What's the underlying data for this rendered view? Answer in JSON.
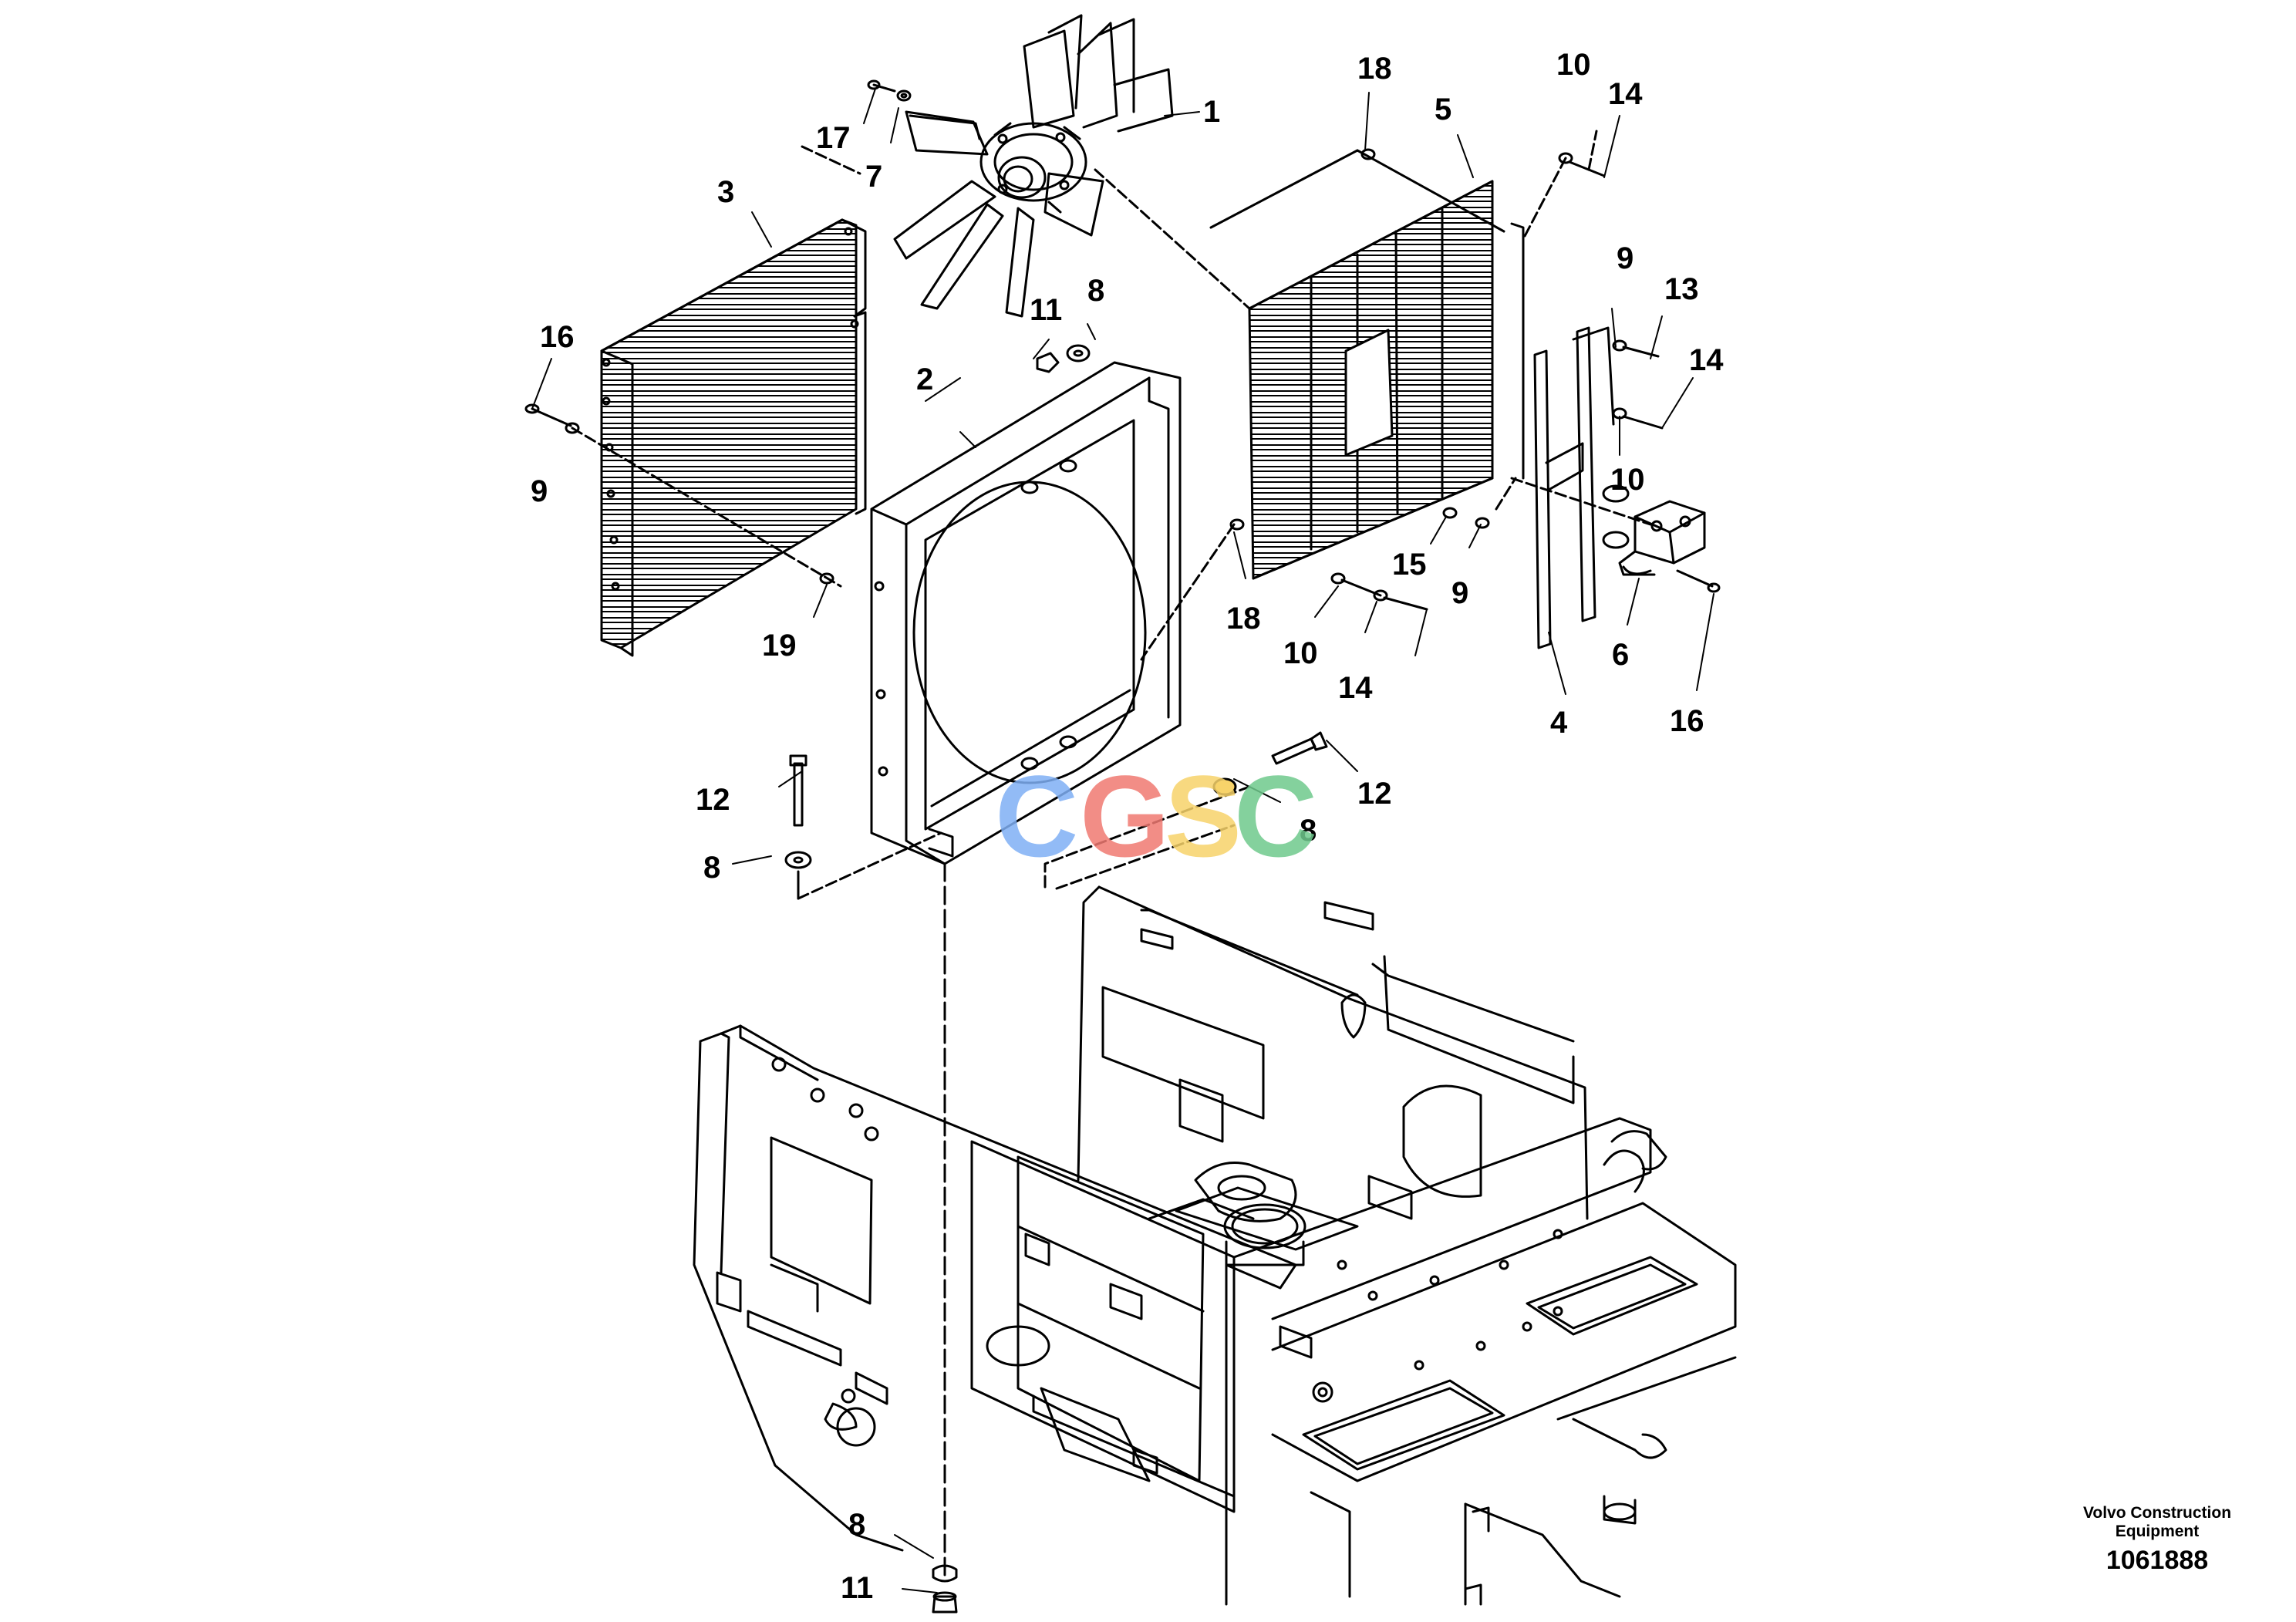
{
  "diagram": {
    "callouts": [
      {
        "id": "c1",
        "text": "1"
      },
      {
        "id": "c2",
        "text": "2"
      },
      {
        "id": "c3",
        "text": "3"
      },
      {
        "id": "c4",
        "text": "4"
      },
      {
        "id": "c5",
        "text": "5"
      },
      {
        "id": "c6",
        "text": "6"
      },
      {
        "id": "c7",
        "text": "7"
      },
      {
        "id": "c8a",
        "text": "8"
      },
      {
        "id": "c8b",
        "text": "8"
      },
      {
        "id": "c8c",
        "text": "8"
      },
      {
        "id": "c8d",
        "text": "8"
      },
      {
        "id": "c9a",
        "text": "9"
      },
      {
        "id": "c9b",
        "text": "9"
      },
      {
        "id": "c9c",
        "text": "9"
      },
      {
        "id": "c10a",
        "text": "10"
      },
      {
        "id": "c10b",
        "text": "10"
      },
      {
        "id": "c10c",
        "text": "10"
      },
      {
        "id": "c11a",
        "text": "11"
      },
      {
        "id": "c11b",
        "text": "11"
      },
      {
        "id": "c12a",
        "text": "12"
      },
      {
        "id": "c12b",
        "text": "12"
      },
      {
        "id": "c13",
        "text": "13"
      },
      {
        "id": "c14a",
        "text": "14"
      },
      {
        "id": "c14b",
        "text": "14"
      },
      {
        "id": "c14c",
        "text": "14"
      },
      {
        "id": "c15",
        "text": "15"
      },
      {
        "id": "c16a",
        "text": "16"
      },
      {
        "id": "c16b",
        "text": "16"
      },
      {
        "id": "c17",
        "text": "17"
      },
      {
        "id": "c18a",
        "text": "18"
      },
      {
        "id": "c18b",
        "text": "18"
      },
      {
        "id": "c19",
        "text": "19"
      }
    ]
  },
  "watermark": {
    "c1": "C",
    "g": "G",
    "s": "S",
    "c2": "C",
    "colors": {
      "blue": "#7fb0f5",
      "red": "#f07a72",
      "yellow": "#f7d36a",
      "green": "#6fc98d"
    }
  },
  "caption": {
    "maker_line1": "Volvo Construction",
    "maker_line2": "Equipment",
    "doc_number": "1061888"
  },
  "colors": {
    "line": "#000000",
    "background": "#ffffff"
  }
}
